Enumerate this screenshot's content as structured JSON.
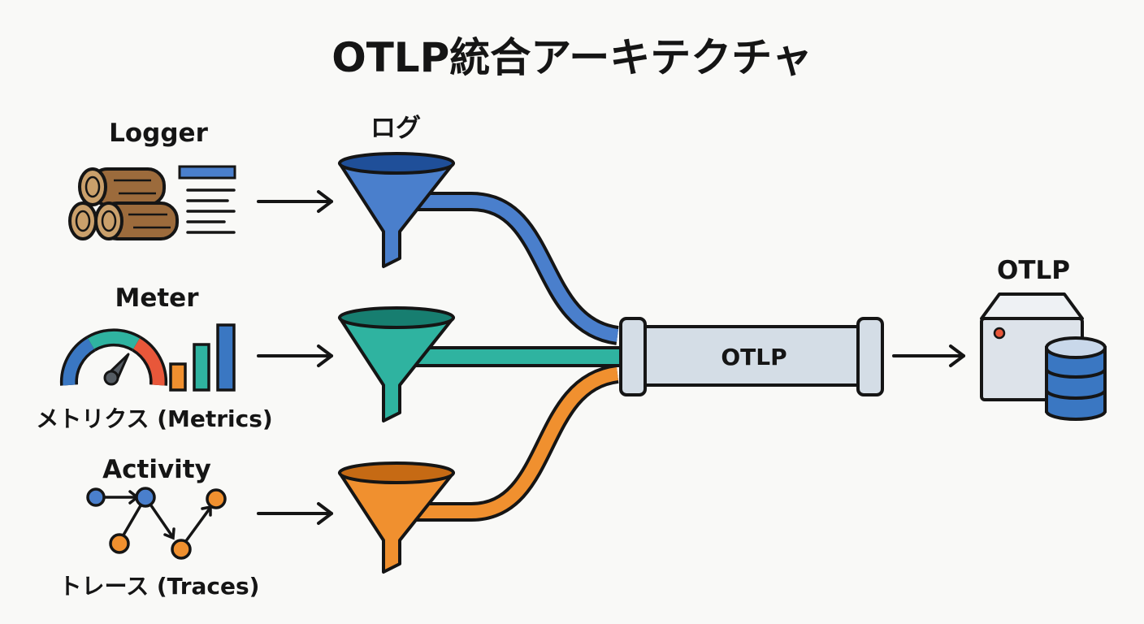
{
  "title": "OTLP統合アーキテクチャ",
  "sources": {
    "logger": {
      "label": "Logger"
    },
    "meter": {
      "label": "Meter",
      "caption": "メトリクス (Metrics)"
    },
    "activity": {
      "label": "Activity",
      "caption": "トレース (Traces)"
    }
  },
  "funnels": {
    "logs": {
      "label": "ログ"
    }
  },
  "pipe": {
    "label": "OTLP"
  },
  "destination": {
    "label": "OTLP"
  },
  "colors": {
    "logs": "#4a7fcc",
    "metrics": "#2fb3a0",
    "traces": "#f0902f",
    "pipe": "#d4dde6",
    "server": "#dde3ea",
    "outline": "#151515"
  }
}
